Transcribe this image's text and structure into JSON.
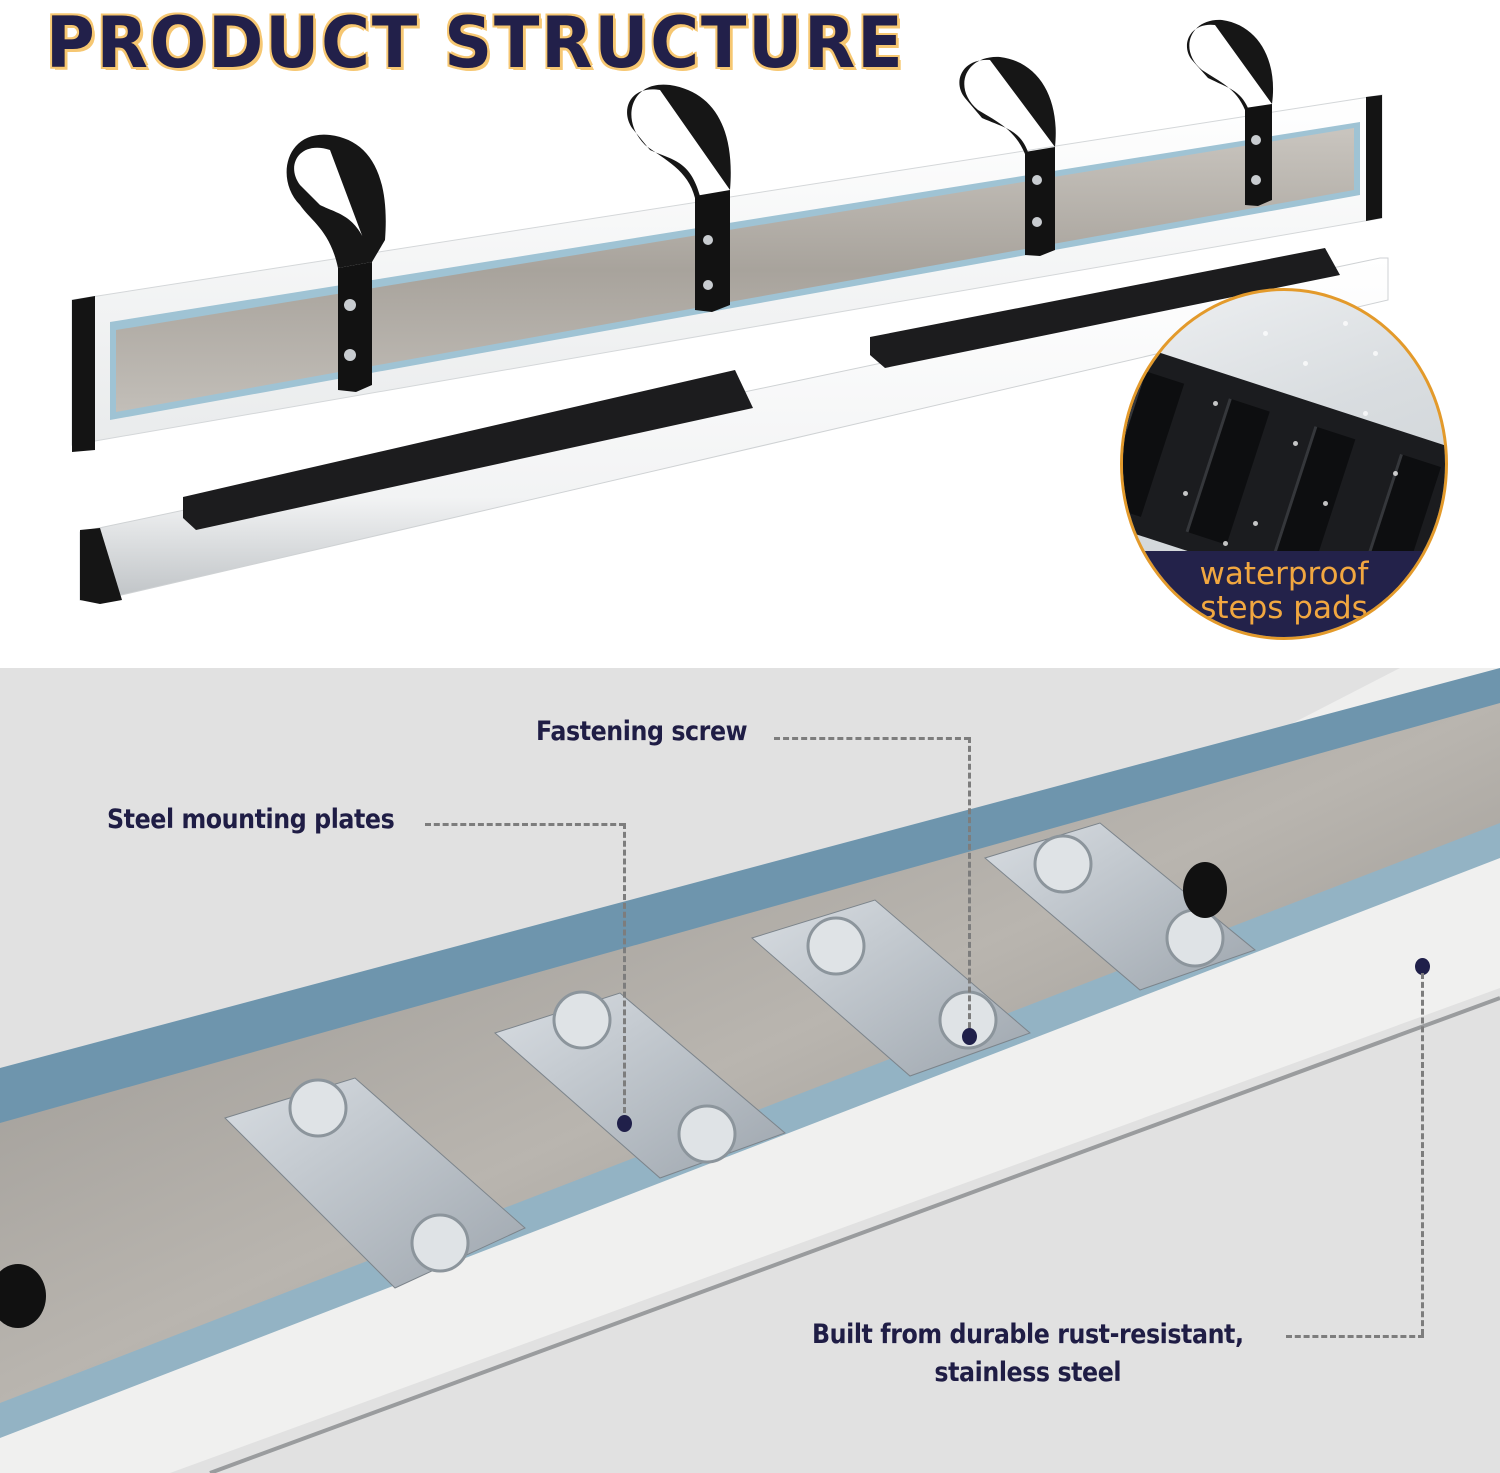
{
  "header": {
    "title": "PRODUCT STRUCTURE"
  },
  "colors": {
    "title_fill": "#22204a",
    "title_outline": "#f0a832",
    "label_text": "#1f1d45",
    "callout_band": "#23224a",
    "callout_text": "#f1a740",
    "callout_border": "#e39a2b",
    "marker_dot": "#20204a",
    "leader_line": "#7d7d7d",
    "bottom_background": "#e1e1e1"
  },
  "overview": {
    "callout": {
      "line1": "waterproof",
      "line2": "steps pads"
    }
  },
  "closeup": {
    "labels": {
      "fastening_screw": "Fastening screw",
      "steel_mounting_plates": "Steel mounting plates",
      "material_line1": "Built from durable rust-resistant,",
      "material_line2": "stainless steel"
    }
  }
}
